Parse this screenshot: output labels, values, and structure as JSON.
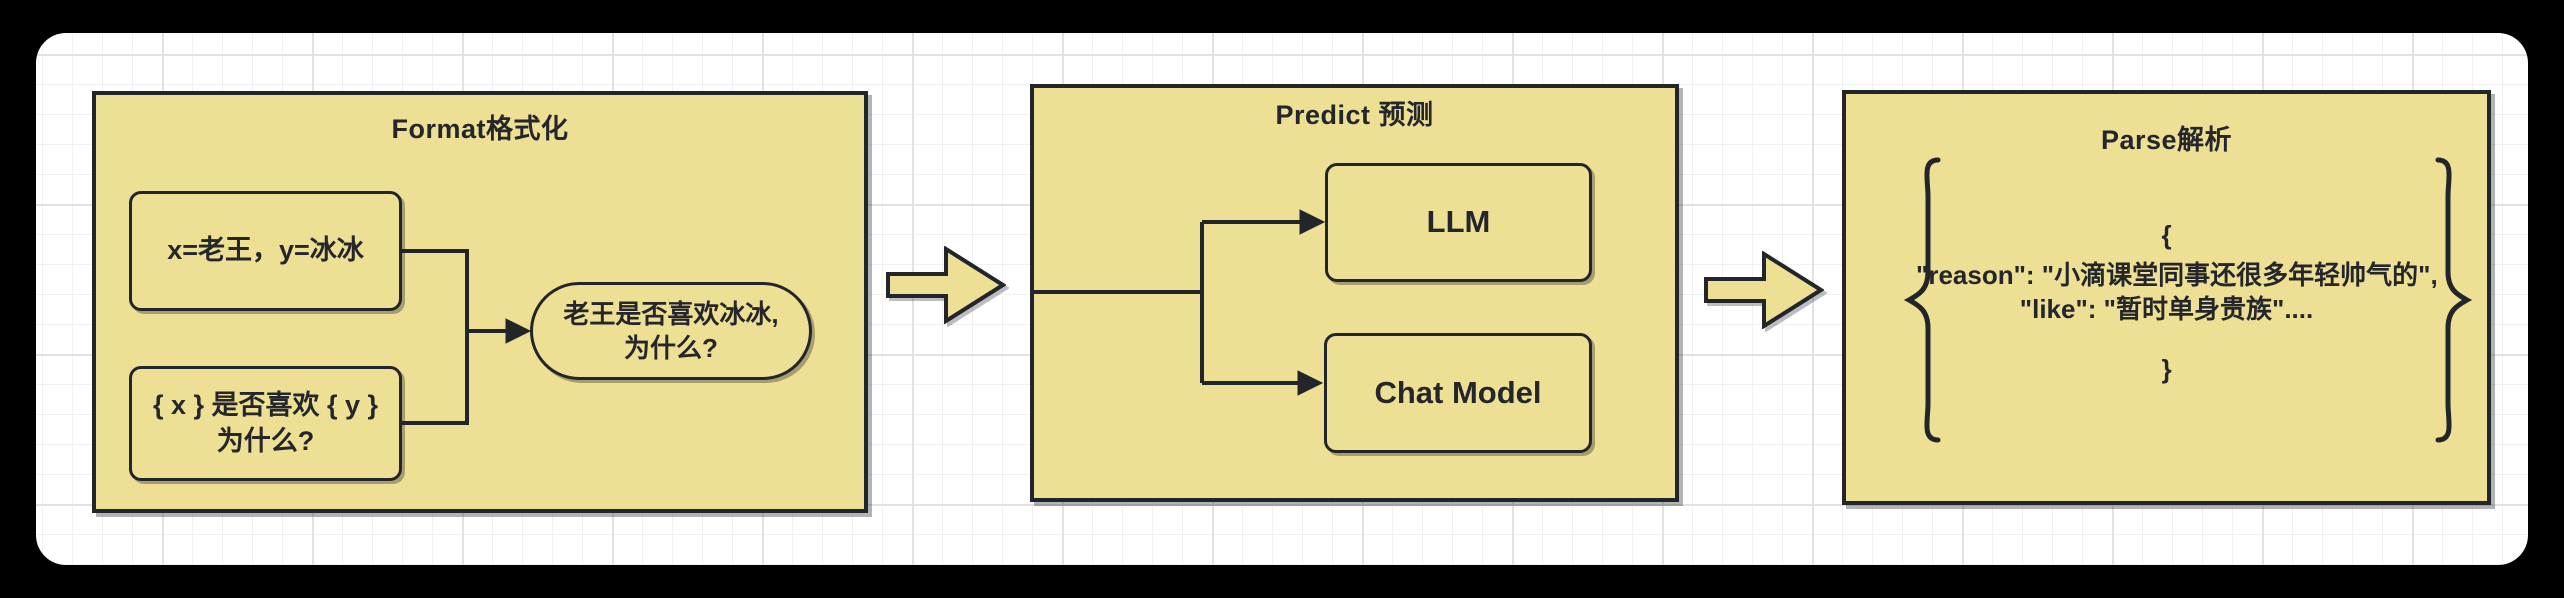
{
  "page": {
    "background": "#000000",
    "canvas_background": "#FFFFFF"
  },
  "colors": {
    "node_fill": "#EDDF94",
    "stroke": "#22252A",
    "grid_minor": "#F1F1F1",
    "grid_major": "#E2E2E2"
  },
  "stages": [
    {
      "title": "Format格式化",
      "input_box": "x=老王，y=冰冰",
      "template_box": {
        "line1": "{ x } 是否喜欢 { y }",
        "line2": "为什么?"
      },
      "prompt_pill": {
        "line1": "老王是否喜欢冰冰,",
        "line2": "为什么?"
      }
    },
    {
      "title": "Predict 预测",
      "llm_box": "LLM",
      "chat_model_box": "Chat Model"
    },
    {
      "title": "Parse解析",
      "json_output": {
        "open": "{",
        "reason": "\"reason\": \"小滴课堂同事还很多年轻帅气的\",",
        "like": "\"like\": \"暂时单身贵族\"....",
        "close": "}"
      }
    }
  ],
  "icons": {
    "flow_arrow": "right-block-arrow",
    "brace_left": "curly-brace-left",
    "brace_right": "curly-brace-right"
  }
}
